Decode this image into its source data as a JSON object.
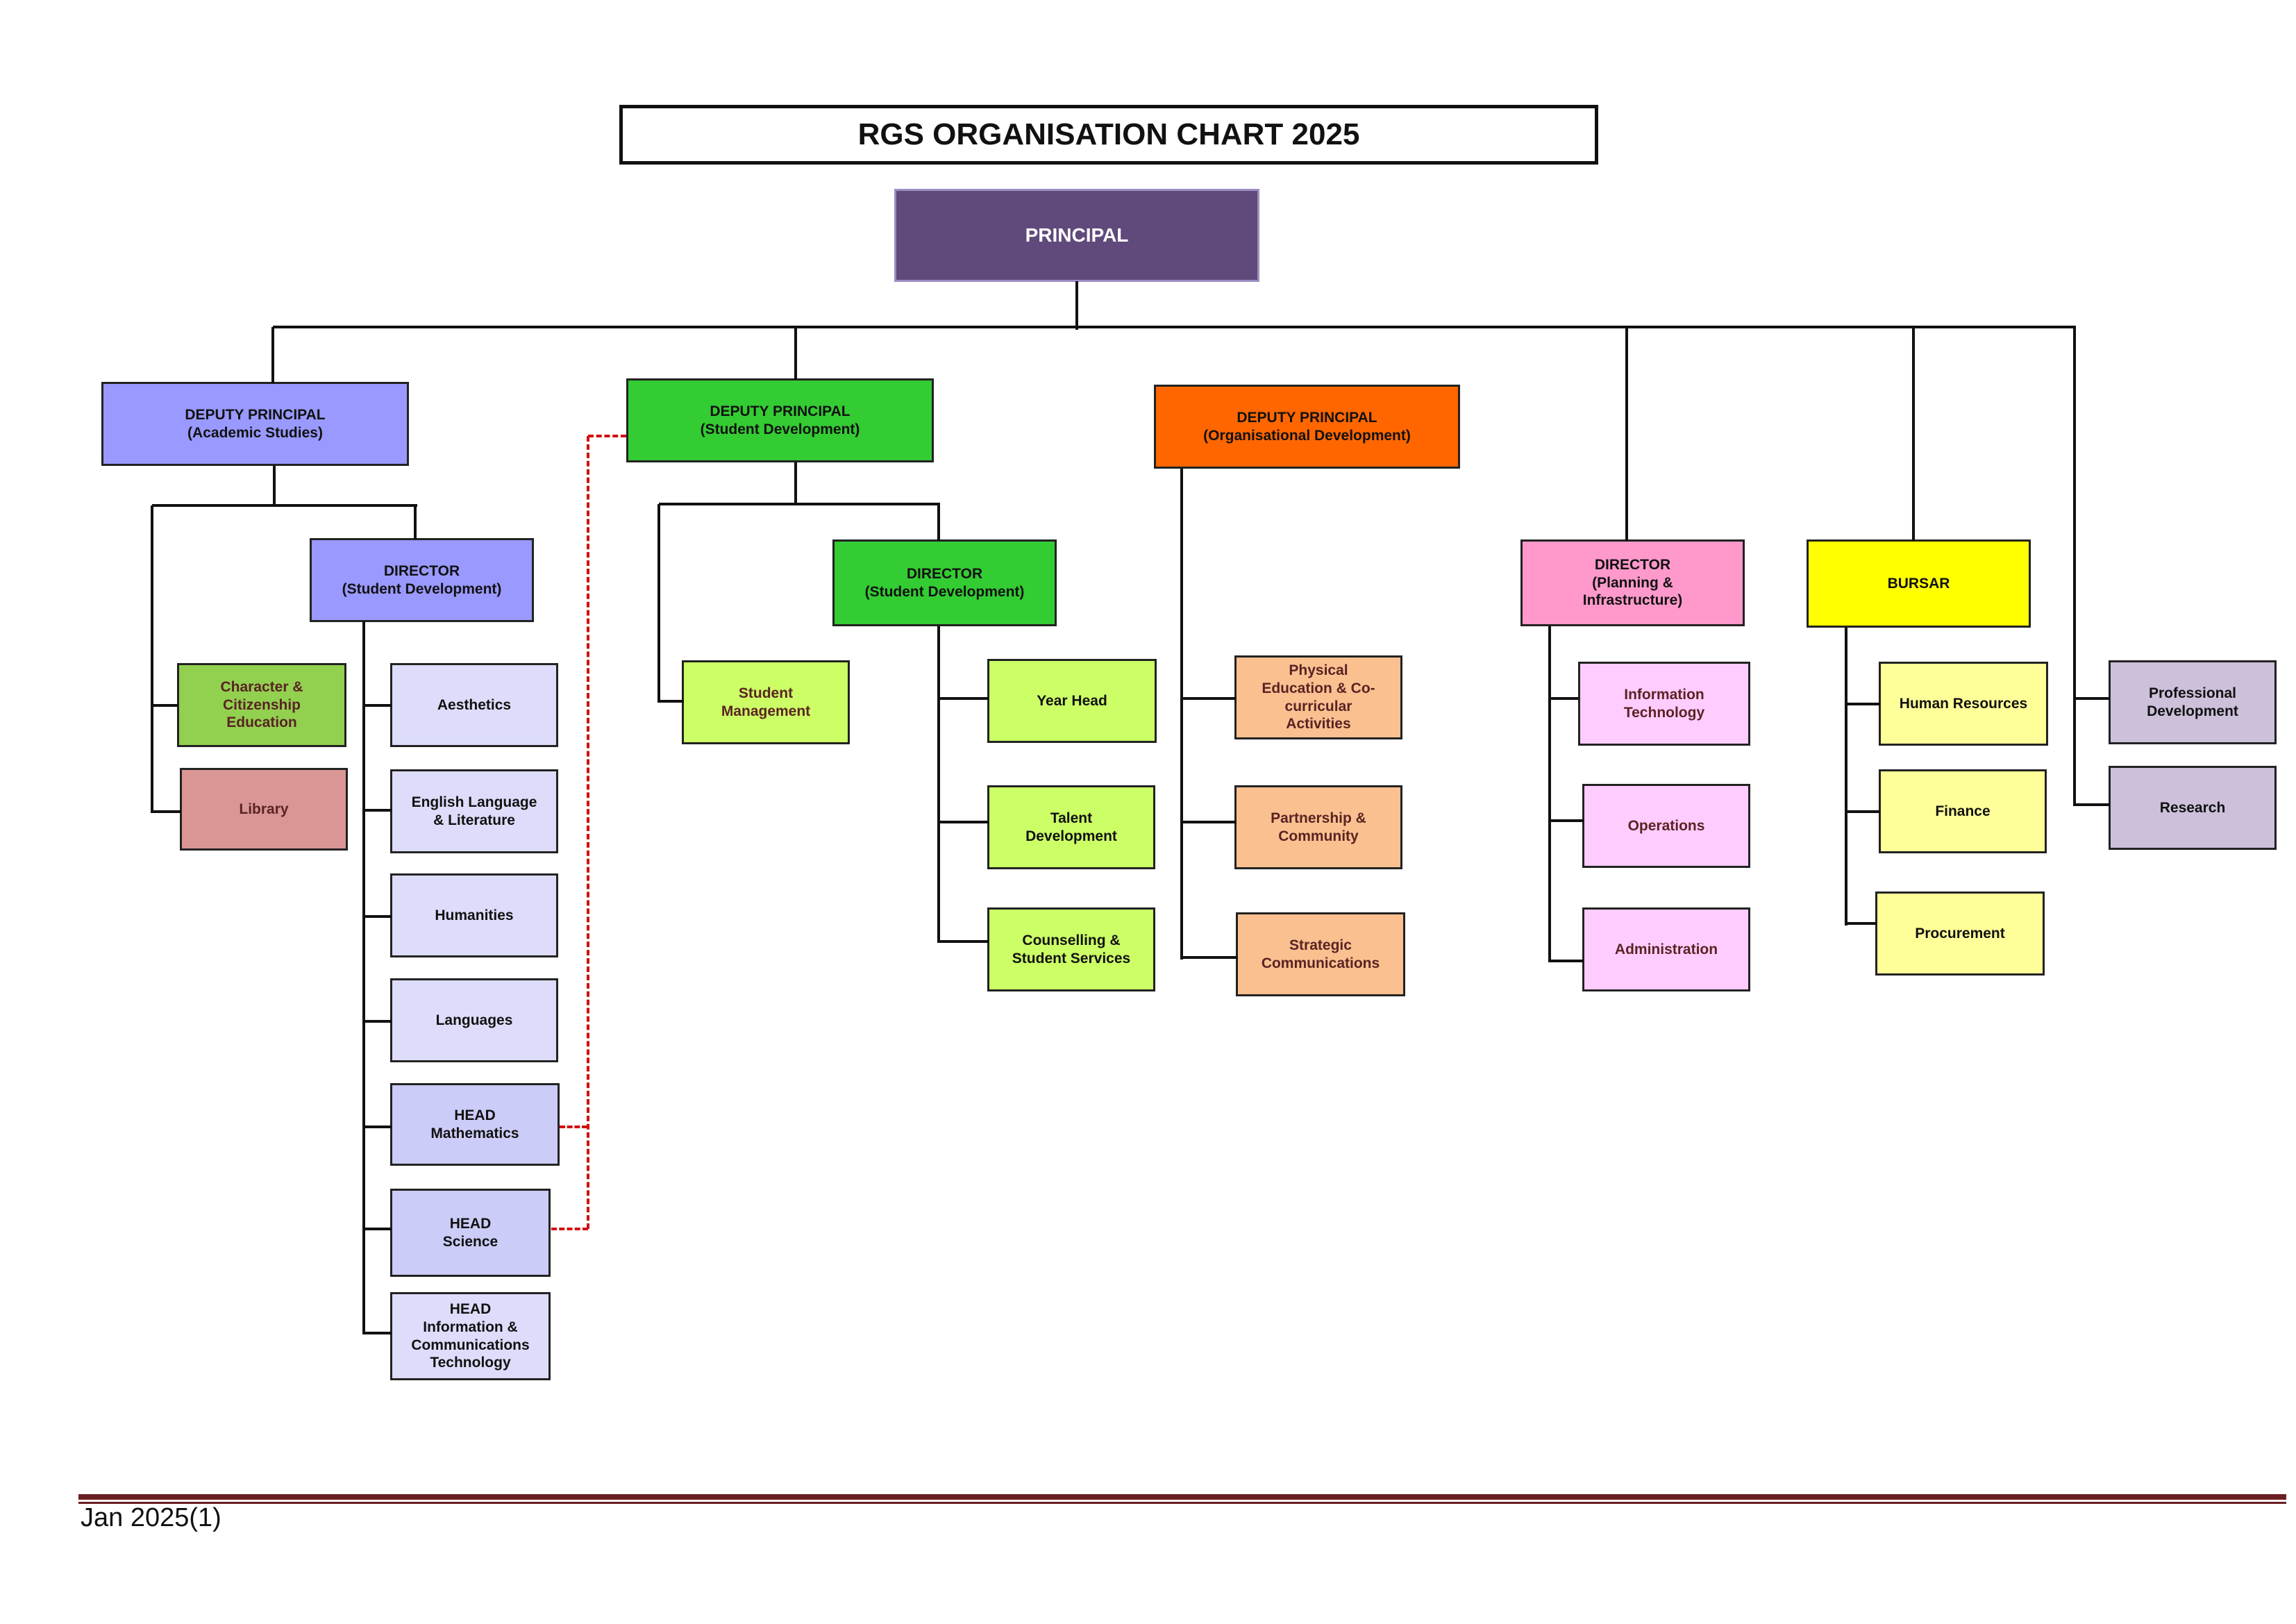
{
  "title": "RGS ORGANISATION CHART 2025",
  "footer": "Jan 2025(1)",
  "nodes": {
    "principal": {
      "label": "PRINCIPAL",
      "fill": "#604a7b",
      "text": "#ffffff"
    },
    "dp_academic": {
      "label": "DEPUTY PRINCIPAL\n(Academic Studies)",
      "fill": "#9999ff",
      "text": "#111111"
    },
    "dir_sd_academic": {
      "label": "DIRECTOR\n(Student Development)",
      "fill": "#9999ff",
      "text": "#111111"
    },
    "character": {
      "label": "Character &\nCitizenship\nEducation",
      "fill": "#92d050",
      "text": "#5a2323"
    },
    "library": {
      "label": "Library",
      "fill": "#da9694",
      "text": "#5a2323"
    },
    "aesthetics": {
      "label": "Aesthetics",
      "fill": "#ddddfb",
      "text": "#111111"
    },
    "english": {
      "label": "English Language\n& Literature",
      "fill": "#ddddfb",
      "text": "#111111"
    },
    "humanities": {
      "label": "Humanities",
      "fill": "#ddddfb",
      "text": "#111111"
    },
    "languages": {
      "label": "Languages",
      "fill": "#ddddfb",
      "text": "#111111"
    },
    "head_math": {
      "label": "HEAD\nMathematics",
      "fill": "#ccccf8",
      "text": "#111111"
    },
    "head_science": {
      "label": "HEAD\nScience",
      "fill": "#ccccf8",
      "text": "#111111"
    },
    "head_ict": {
      "label": "HEAD\nInformation &\nCommunications\nTechnology",
      "fill": "#ddddfb",
      "text": "#111111"
    },
    "dp_student": {
      "label": "DEPUTY PRINCIPAL\n(Student Development)",
      "fill": "#33cc33",
      "text": "#111111"
    },
    "dir_sd_student": {
      "label": "DIRECTOR\n(Student Development)",
      "fill": "#33cc33",
      "text": "#111111"
    },
    "student_mgmt": {
      "label": "Student\nManagement",
      "fill": "#ccff66",
      "text": "#5a2323"
    },
    "year_head": {
      "label": "Year Head",
      "fill": "#ccff66",
      "text": "#111111"
    },
    "talent": {
      "label": "Talent\nDevelopment",
      "fill": "#ccff66",
      "text": "#111111"
    },
    "counselling": {
      "label": "Counselling &\nStudent Services",
      "fill": "#ccff66",
      "text": "#111111"
    },
    "dp_org": {
      "label": "DEPUTY PRINCIPAL\n(Organisational Development)",
      "fill": "#ff6600",
      "text": "#111111"
    },
    "pe_cca": {
      "label": "Physical\nEducation & Co-\ncurricular\nActivities",
      "fill": "#fac090",
      "text": "#5a2323"
    },
    "partnership": {
      "label": "Partnership &\nCommunity",
      "fill": "#fac090",
      "text": "#5a2323"
    },
    "strategic": {
      "label": "Strategic\nCommunications",
      "fill": "#fac090",
      "text": "#5a2323"
    },
    "dir_planning": {
      "label": "DIRECTOR\n(Planning &\nInfrastructure)",
      "fill": "#ff99cc",
      "text": "#111111"
    },
    "it": {
      "label": "Information\nTechnology",
      "fill": "#ffccff",
      "text": "#5a2323"
    },
    "operations": {
      "label": "Operations",
      "fill": "#ffccff",
      "text": "#5a2323"
    },
    "administration": {
      "label": "Administration",
      "fill": "#ffccff",
      "text": "#5a2323"
    },
    "bursar": {
      "label": "BURSAR",
      "fill": "#ffff00",
      "text": "#111111"
    },
    "hr": {
      "label": "Human Resources",
      "fill": "#ffff99",
      "text": "#111111"
    },
    "finance": {
      "label": "Finance",
      "fill": "#ffff99",
      "text": "#111111"
    },
    "procurement": {
      "label": "Procurement",
      "fill": "#ffff99",
      "text": "#111111"
    },
    "prof_dev": {
      "label": "Professional\nDevelopment",
      "fill": "#ccc0da",
      "text": "#111111"
    },
    "research": {
      "label": "Research",
      "fill": "#ccc0da",
      "text": "#111111"
    }
  }
}
